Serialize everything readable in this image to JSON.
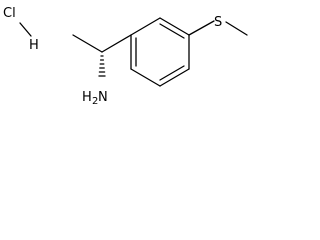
{
  "molecule": {
    "salt": {
      "chlorine": "Cl",
      "hydrogen": "H"
    },
    "amine": {
      "label": "H",
      "subscript": "2",
      "atom": "N"
    },
    "thioether": {
      "label": "S"
    },
    "stereochemistry": "hashed-wedge"
  }
}
